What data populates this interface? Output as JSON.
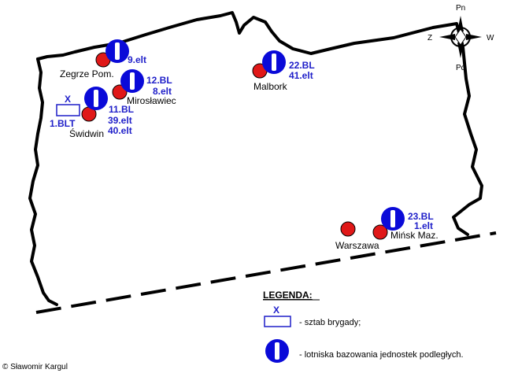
{
  "colors": {
    "airfield_marker": "#0a0ad8",
    "base_dot": "#e01818",
    "unit_text": "#1f1fc9",
    "outline": "#000000"
  },
  "compass": {
    "north": "Pn",
    "south": "Pd",
    "west": "Z",
    "east": "W"
  },
  "cities": {
    "zegrze": "Zegrze Pom.",
    "miroslawiec": "Mirosławiec",
    "swidwin": "Świdwin",
    "malbork": "Malbork",
    "warszawa": "Warszawa",
    "minsk": "Mińsk Maz."
  },
  "units": {
    "zegrze": [
      "9.elt"
    ],
    "miroslawiec": [
      "12.BL",
      "8.elt"
    ],
    "swidwin": [
      "11.BL",
      "39.elt",
      "40.elt"
    ],
    "hq": "1.BLT",
    "malbork": [
      "22.BL",
      "41.elt"
    ],
    "minsk": [
      "23.BL",
      "1.elt"
    ]
  },
  "hq_symbol": "X",
  "legend": {
    "title": "LEGENDA:",
    "hq_symbol": "X",
    "hq_text": "- sztab brygady;",
    "airfield_text": "- lotniska bazowania jednostek podległych."
  },
  "copyright": "© Sławomir Kargul"
}
